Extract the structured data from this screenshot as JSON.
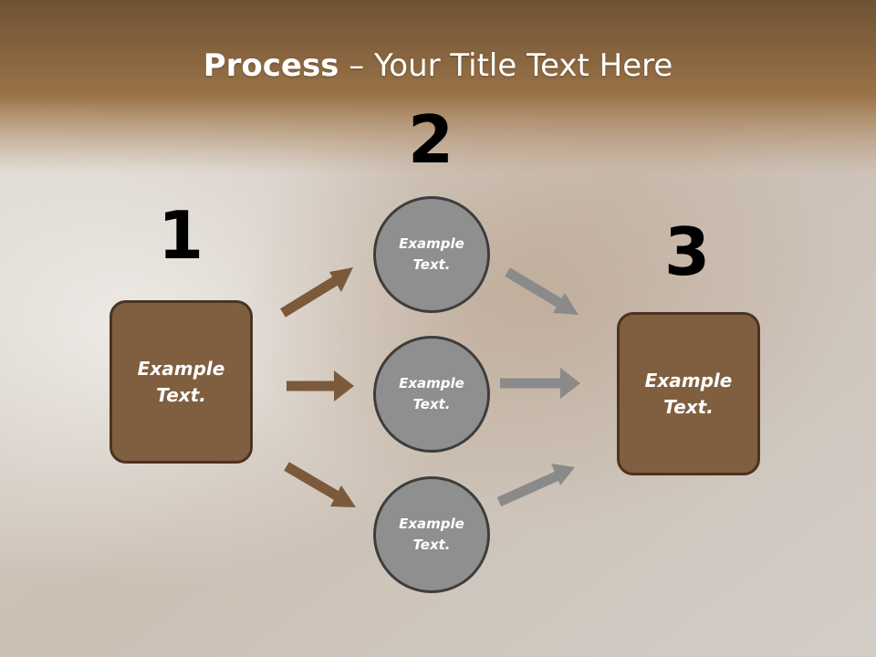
{
  "slide": {
    "title_bold": "Process",
    "title_rest": " – Your Title Text Here"
  },
  "steps": {
    "one": "1",
    "two": "2",
    "three": "3"
  },
  "nodes": {
    "start_box": "Example\nText.",
    "circle_top": "Example\nText.",
    "circle_middle": "Example\nText.",
    "circle_bottom": "Example\nText.",
    "end_box": "Example\nText."
  },
  "colors": {
    "brown_box": "#7f5f3f",
    "brown_arrow": "#7a5a3a",
    "gray_circle": "#8f8f8f",
    "gray_arrow": "#8a8a8a"
  }
}
